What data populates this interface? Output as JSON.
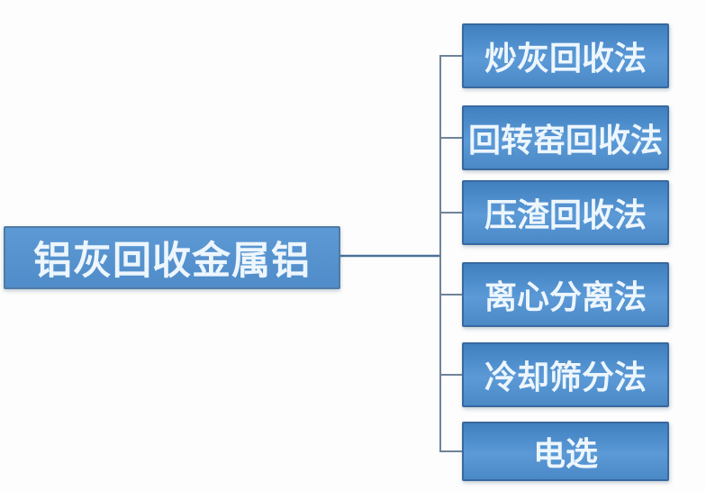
{
  "diagram": {
    "type": "hierarchy",
    "root": {
      "label": "铝灰回收金属铝"
    },
    "children": [
      {
        "label": "炒灰回收法"
      },
      {
        "label": "回转窑回收法"
      },
      {
        "label": "压渣回收法"
      },
      {
        "label": "离心分离法"
      },
      {
        "label": "冷却筛分法"
      },
      {
        "label": "电选"
      }
    ]
  },
  "colors": {
    "background": "#fdfdfd",
    "node-fill-top": "#4180bf",
    "node-fill-mid": "#5b9ad7",
    "node-fill-bottom": "#4a88c6",
    "node-border": "#38699f",
    "root-fill-top": "#5d99d4",
    "root-fill-bottom": "#4f8cc9",
    "root-border": "#4f7ba6",
    "text": "#edf6fd",
    "connector": "#6e8499",
    "connector-main": "#4a7299"
  }
}
